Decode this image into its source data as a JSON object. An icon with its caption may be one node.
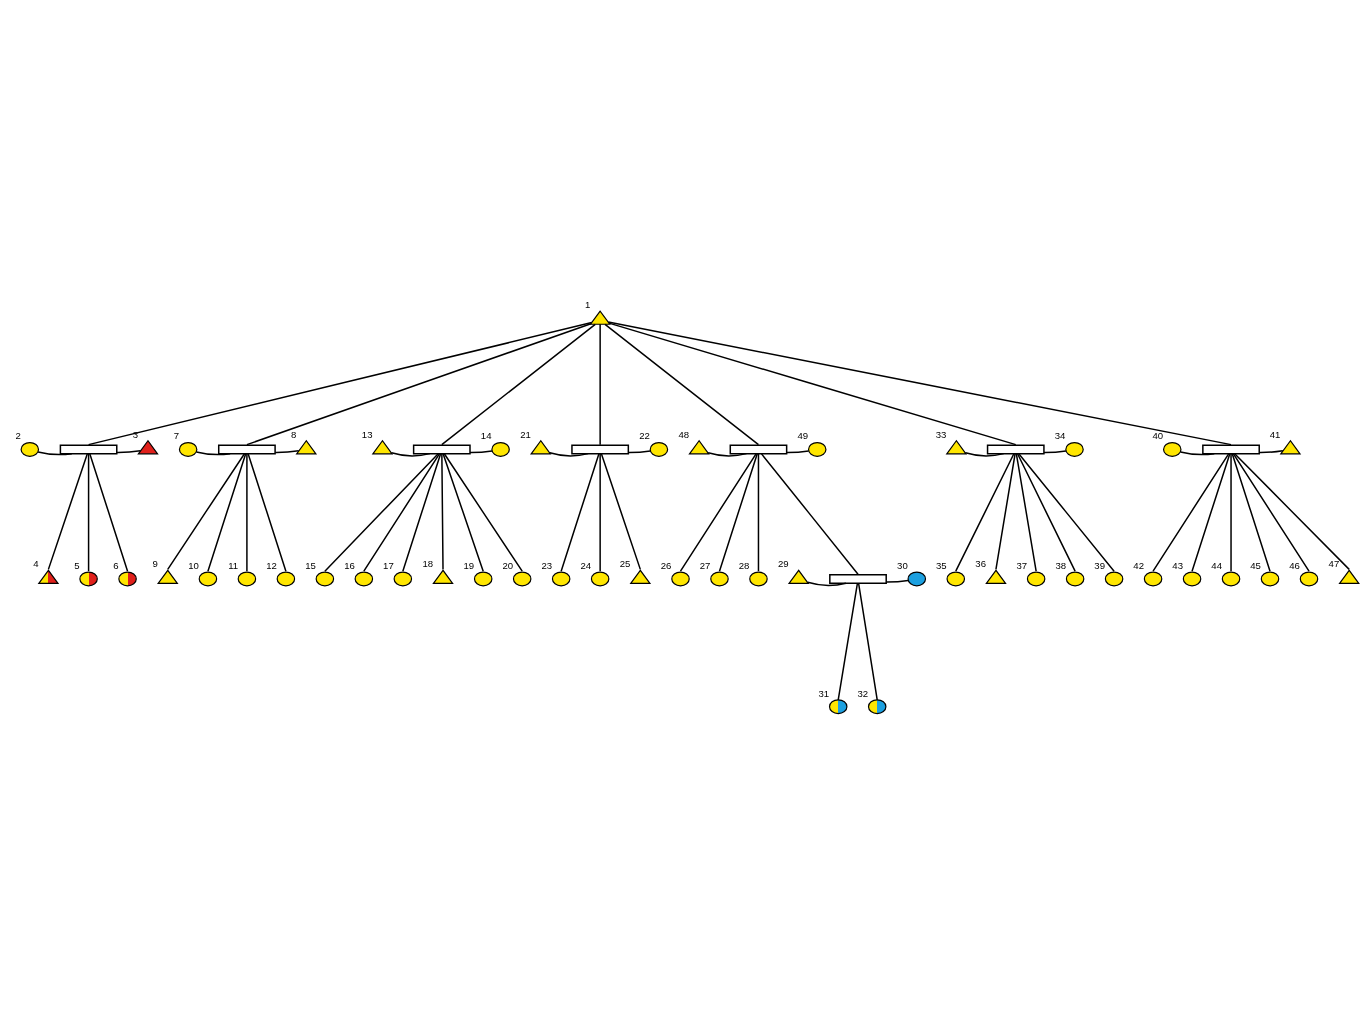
{
  "diagram": {
    "nodes": [
      {
        "text": [],
        "shape": "triangle",
        "beside": [
          "1"
        ]
      },
      {
        "text": [],
        "shape": "circle",
        "beside": [
          "2"
        ]
      },
      {
        "text": [],
        "shape": "triangle",
        "beside": [
          "3"
        ]
      },
      {
        "text": [],
        "shape": "triangle",
        "beside": [
          "4"
        ]
      },
      {
        "text": [],
        "shape": "circle",
        "beside": [
          "5"
        ]
      },
      {
        "text": [],
        "shape": "circle",
        "beside": [
          "6"
        ]
      },
      {
        "text": [],
        "shape": "circle",
        "beside": [
          "7"
        ]
      },
      {
        "text": [],
        "shape": "triangle",
        "beside": [
          "8"
        ]
      },
      {
        "text": [],
        "shape": "triangle",
        "beside": [
          "9"
        ]
      },
      {
        "text": [],
        "shape": "circle",
        "beside": [
          "10"
        ]
      },
      {
        "text": [],
        "shape": "circle",
        "beside": [
          "11"
        ]
      },
      {
        "text": [],
        "shape": "circle",
        "beside": [
          "12"
        ]
      },
      {
        "text": [],
        "shape": "triangle",
        "beside": [
          "13"
        ]
      },
      {
        "text": [],
        "shape": "circle",
        "beside": [
          "14"
        ]
      },
      {
        "text": [],
        "shape": "circle",
        "beside": [
          "15"
        ]
      },
      {
        "text": [],
        "shape": "circle",
        "beside": [
          "16"
        ]
      },
      {
        "text": [],
        "shape": "circle",
        "beside": [
          "17"
        ]
      },
      {
        "text": [],
        "shape": "triangle",
        "beside": [
          "18"
        ]
      },
      {
        "text": [],
        "shape": "circle",
        "beside": [
          "19"
        ]
      },
      {
        "text": [],
        "shape": "circle",
        "beside": [
          "20"
        ]
      },
      {
        "text": [],
        "shape": "triangle",
        "beside": [
          "21"
        ]
      },
      {
        "text": [],
        "shape": "circle",
        "beside": [
          "22"
        ]
      },
      {
        "text": [],
        "shape": "circle",
        "beside": [
          "23"
        ]
      },
      {
        "text": [],
        "shape": "circle",
        "beside": [
          "24"
        ]
      },
      {
        "text": [],
        "shape": "triangle",
        "beside": [
          "25"
        ]
      },
      {
        "text": [],
        "shape": "circle",
        "beside": [
          "26"
        ]
      },
      {
        "text": [],
        "shape": "circle",
        "beside": [
          "27"
        ]
      },
      {
        "text": [],
        "shape": "circle",
        "beside": [
          "28"
        ]
      },
      {
        "text": [],
        "shape": "triangle",
        "beside": [
          "29"
        ]
      },
      {
        "text": [],
        "shape": "circle",
        "beside": [
          "30"
        ]
      },
      {
        "text": [],
        "shape": "circle",
        "beside": [
          "31"
        ]
      },
      {
        "text": [],
        "shape": "circle",
        "beside": [
          "32"
        ]
      },
      {
        "text": [],
        "shape": "triangle",
        "beside": [
          "33"
        ]
      },
      {
        "text": [],
        "shape": "circle",
        "beside": [
          "34"
        ]
      },
      {
        "text": [],
        "shape": "circle",
        "beside": [
          "35"
        ]
      },
      {
        "text": [],
        "shape": "triangle",
        "beside": [
          "36"
        ]
      },
      {
        "text": [],
        "shape": "circle",
        "beside": [
          "37"
        ]
      },
      {
        "text": [],
        "shape": "circle",
        "beside": [
          "38"
        ]
      },
      {
        "text": [],
        "shape": "circle",
        "beside": [
          "39"
        ]
      },
      {
        "text": [],
        "shape": "circle",
        "beside": [
          "40"
        ]
      },
      {
        "text": [],
        "shape": "triangle",
        "beside": [
          "41"
        ]
      },
      {
        "text": [],
        "shape": "circle",
        "beside": [
          "42"
        ]
      },
      {
        "text": [],
        "shape": "circle",
        "beside": [
          "43"
        ]
      },
      {
        "text": [],
        "shape": "circle",
        "beside": [
          "44"
        ]
      },
      {
        "text": [],
        "shape": "circle",
        "beside": [
          "45"
        ]
      },
      {
        "text": [],
        "shape": "circle",
        "beside": [
          "46"
        ]
      },
      {
        "text": [],
        "shape": "triangle",
        "beside": [
          "47"
        ]
      },
      {
        "text": [],
        "shape": "triangle",
        "beside": [
          "48"
        ]
      },
      {
        "text": [],
        "shape": "circle",
        "beside": [
          "49"
        ]
      },
      {
        "text": [],
        "shape": "box"
      },
      {
        "text": [],
        "shape": "box"
      },
      {
        "text": [],
        "shape": "box"
      },
      {
        "text": [],
        "shape": "box"
      },
      {
        "text": [],
        "shape": "box"
      },
      {
        "text": [],
        "shape": "box"
      },
      {
        "text": [],
        "shape": "box"
      },
      {
        "text": [],
        "shape": "box"
      }
    ],
    "edges": [
      {
        "from": 0,
        "to": 49,
        "arrow": "none"
      },
      {
        "from": 0,
        "to": 50,
        "arrow": "none"
      },
      {
        "from": 0,
        "to": 51,
        "arrow": "none"
      },
      {
        "from": 0,
        "to": 52,
        "arrow": "none"
      },
      {
        "from": 0,
        "to": 53,
        "arrow": "none"
      },
      {
        "from": 0,
        "to": 55,
        "arrow": "none"
      },
      {
        "from": 0,
        "to": 56,
        "arrow": "none"
      },
      {
        "from": 1,
        "to": 49,
        "arrow": "none"
      },
      {
        "from": 2,
        "to": 49,
        "arrow": "none"
      },
      {
        "from": 49,
        "to": 3,
        "arrow": "none"
      },
      {
        "from": 49,
        "to": 4,
        "arrow": "none"
      },
      {
        "from": 49,
        "to": 5,
        "arrow": "none"
      },
      {
        "from": 6,
        "to": 50,
        "arrow": "none"
      },
      {
        "from": 7,
        "to": 50,
        "arrow": "none"
      },
      {
        "from": 50,
        "to": 8,
        "arrow": "none"
      },
      {
        "from": 50,
        "to": 9,
        "arrow": "none"
      },
      {
        "from": 50,
        "to": 10,
        "arrow": "none"
      },
      {
        "from": 50,
        "to": 11,
        "arrow": "none"
      },
      {
        "from": 12,
        "to": 51,
        "arrow": "none"
      },
      {
        "from": 13,
        "to": 51,
        "arrow": "none"
      },
      {
        "from": 51,
        "to": 14,
        "arrow": "none"
      },
      {
        "from": 51,
        "to": 15,
        "arrow": "none"
      },
      {
        "from": 51,
        "to": 16,
        "arrow": "none"
      },
      {
        "from": 51,
        "to": 17,
        "arrow": "none"
      },
      {
        "from": 51,
        "to": 18,
        "arrow": "none"
      },
      {
        "from": 51,
        "to": 19,
        "arrow": "none"
      },
      {
        "from": 20,
        "to": 52,
        "arrow": "none"
      },
      {
        "from": 21,
        "to": 52,
        "arrow": "none"
      },
      {
        "from": 52,
        "to": 22,
        "arrow": "none"
      },
      {
        "from": 52,
        "to": 23,
        "arrow": "none"
      },
      {
        "from": 52,
        "to": 24,
        "arrow": "none"
      },
      {
        "from": 47,
        "to": 53,
        "arrow": "none"
      },
      {
        "from": 48,
        "to": 53,
        "arrow": "none"
      },
      {
        "from": 53,
        "to": 25,
        "arrow": "none"
      },
      {
        "from": 53,
        "to": 26,
        "arrow": "none"
      },
      {
        "from": 53,
        "to": 27,
        "arrow": "none"
      },
      {
        "from": 53,
        "to": 54,
        "arrow": "none"
      },
      {
        "from": 28,
        "to": 54,
        "arrow": "none"
      },
      {
        "from": 29,
        "to": 54,
        "arrow": "none"
      },
      {
        "from": 54,
        "to": 30,
        "arrow": "none"
      },
      {
        "from": 54,
        "to": 31,
        "arrow": "none"
      },
      {
        "from": 32,
        "to": 55,
        "arrow": "none"
      },
      {
        "from": 33,
        "to": 55,
        "arrow": "none"
      },
      {
        "from": 55,
        "to": 34,
        "arrow": "none"
      },
      {
        "from": 55,
        "to": 35,
        "arrow": "none"
      },
      {
        "from": 55,
        "to": 36,
        "arrow": "none"
      },
      {
        "from": 55,
        "to": 37,
        "arrow": "none"
      },
      {
        "from": 55,
        "to": 38,
        "arrow": "none"
      },
      {
        "from": 39,
        "to": 56,
        "arrow": "none"
      },
      {
        "from": 40,
        "to": 56,
        "arrow": "none"
      },
      {
        "from": 56,
        "to": 41,
        "arrow": "none"
      },
      {
        "from": 56,
        "to": 42,
        "arrow": "none"
      },
      {
        "from": 56,
        "to": 43,
        "arrow": "none"
      },
      {
        "from": 56,
        "to": 44,
        "arrow": "none"
      },
      {
        "from": 56,
        "to": 45,
        "arrow": "none"
      },
      {
        "from": 56,
        "to": 46,
        "arrow": "none"
      }
    ]
  }
}
